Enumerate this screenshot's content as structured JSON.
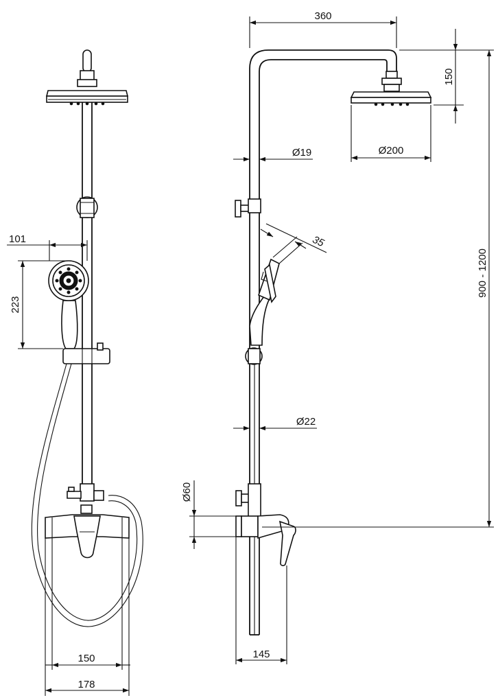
{
  "dimensions": {
    "hand_shower_offset": "101",
    "hand_shower_height": "223",
    "spout_spacing": "150",
    "mixer_width": "178",
    "arm_length": "360",
    "head_drop": "150",
    "arm_diameter": "Ø19",
    "head_diameter": "Ø200",
    "hand_shower_angle": "35",
    "height_range": "900 - 1200",
    "column_diameter": "Ø22",
    "wall_plate_diameter": "Ø60",
    "wall_projection": "145"
  }
}
